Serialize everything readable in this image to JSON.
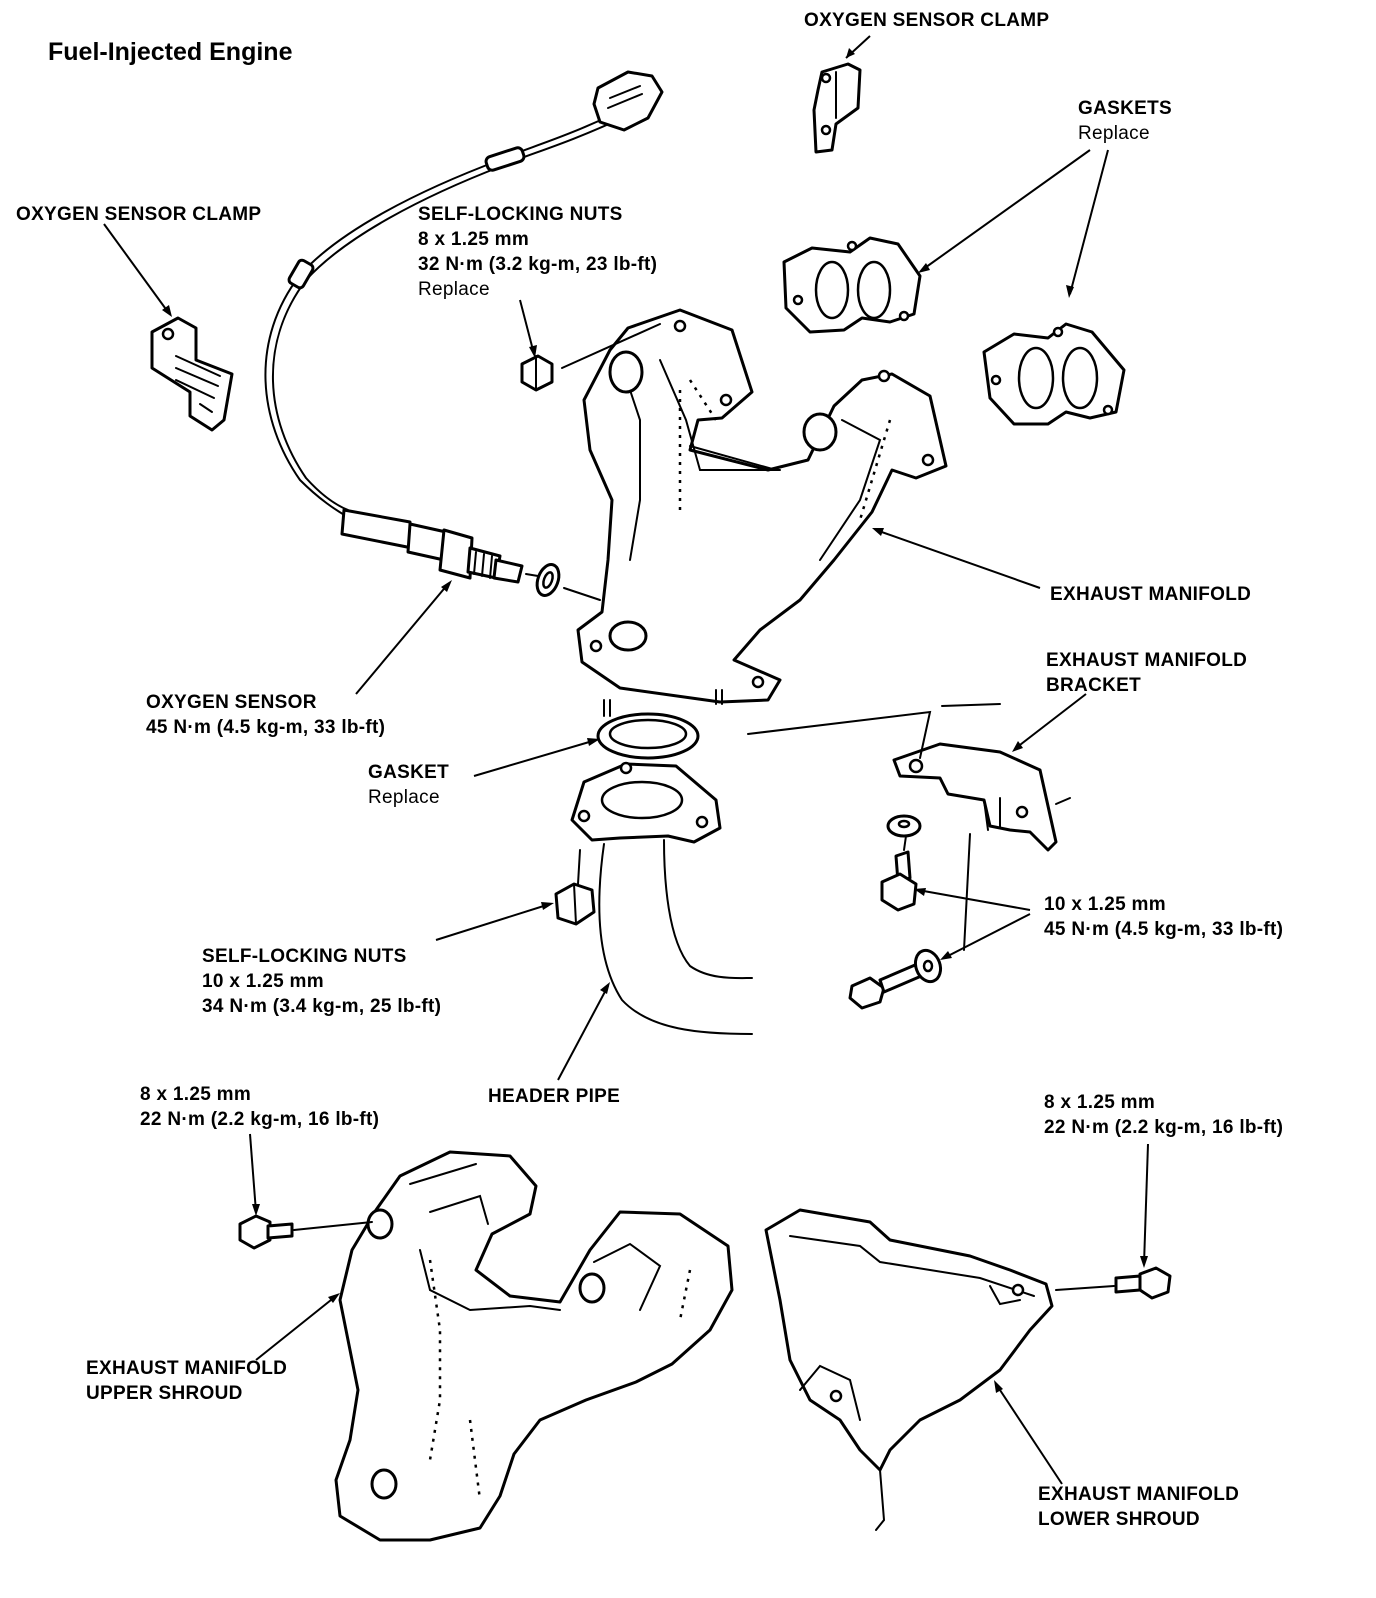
{
  "title": "Fuel-Injected Engine",
  "labels": {
    "o2_clamp_top": "OXYGEN SENSOR CLAMP",
    "gaskets": {
      "name": "GASKETS",
      "note": "Replace"
    },
    "o2_clamp_left": "OXYGEN SENSOR CLAMP",
    "nuts_top": {
      "name": "SELF-LOCKING NUTS",
      "size": "8 x 1.25 mm",
      "torque": "32 N·m (3.2 kg-m, 23 lb-ft)",
      "note": "Replace"
    },
    "exhaust_manifold": "EXHAUST MANIFOLD",
    "bracket": {
      "line1": "EXHAUST MANIFOLD",
      "line2": "BRACKET"
    },
    "oxygen_sensor": {
      "name": "OXYGEN SENSOR",
      "torque": "45 N·m (4.5 kg-m, 33 lb-ft)"
    },
    "gasket": {
      "name": "GASKET",
      "note": "Replace"
    },
    "bracket_bolts": {
      "size": "10 x 1.25 mm",
      "torque": "45 N·m (4.5 kg-m, 33 lb-ft)"
    },
    "nuts_bottom": {
      "name": "SELF-LOCKING NUTS",
      "size": "10 x 1.25 mm",
      "torque": "34 N·m (3.4 kg-m, 25 lb-ft)"
    },
    "header_pipe": "HEADER PIPE",
    "upper_bolt": {
      "size": "8 x 1.25 mm",
      "torque": "22 N·m (2.2 kg-m, 16 lb-ft)"
    },
    "lower_bolt": {
      "size": "8 x 1.25 mm",
      "torque": "22 N·m (2.2 kg-m, 16 lb-ft)"
    },
    "upper_shroud": {
      "line1": "EXHAUST MANIFOLD",
      "line2": "UPPER SHROUD"
    },
    "lower_shroud": {
      "line1": "EXHAUST MANIFOLD",
      "line2": "LOWER SHROUD"
    }
  }
}
